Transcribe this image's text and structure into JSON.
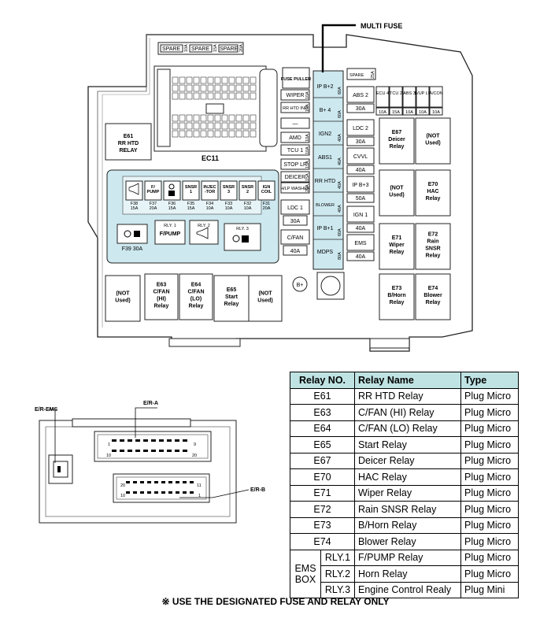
{
  "diagram": {
    "multi_fuse_label": "MULTI FUSE",
    "ec11_label": "EC11",
    "fuse_puller_label": "FUSE PULLER",
    "b_plus_label": "B+",
    "spares_top": [
      {
        "name": "SPARE",
        "amp": "10A"
      },
      {
        "name": "SPARE",
        "amp": "15A"
      },
      {
        "name": "SPARE",
        "amp": "20A"
      }
    ],
    "left_relay": {
      "id": "E61",
      "name_1": "RR HTD",
      "name_2": "RELAY"
    },
    "side_fuses": [
      {
        "name": "WIPER",
        "amp": "10A"
      },
      {
        "name": "RR HTD IND",
        "amp": "10A"
      },
      {
        "name": "—",
        "amp": ""
      },
      {
        "name": "AMD",
        "amp": "10A"
      },
      {
        "name": "TCU 1",
        "amp": "10A"
      },
      {
        "name": "STOP LP",
        "amp": "15A"
      },
      {
        "name": "DEICER",
        "amp": "15A"
      },
      {
        "name": "H/LP WASHER",
        "amp": "20A"
      }
    ],
    "ldc1": {
      "name": "LDC 1",
      "amp": "30A"
    },
    "cfan": {
      "name": "C/FAN",
      "amp": "40A"
    },
    "multi_fuses": [
      {
        "name": "IP B+2",
        "amp": "60A"
      },
      {
        "name": "B+ 4",
        "amp": "60A"
      },
      {
        "name": "IGN2",
        "amp": "40A"
      },
      {
        "name": "ABS1",
        "amp": "40A"
      },
      {
        "name": "RR HTD",
        "amp": "40A"
      },
      {
        "name": "BLOWER",
        "amp": "40A"
      },
      {
        "name": "IP B+1",
        "amp": "60A"
      },
      {
        "name": "MDPS",
        "amp": "80A"
      }
    ],
    "right_spare": {
      "name": "SPARE",
      "amp": "25A"
    },
    "right_fuses": [
      {
        "name": "ABS 2",
        "amp": "30A"
      },
      {
        "name": "LDC 2",
        "amp": "30A"
      },
      {
        "name": "CVVL",
        "amp": "40A"
      },
      {
        "name": "IP B+3",
        "amp": "50A"
      },
      {
        "name": "IGN 1",
        "amp": "40A"
      },
      {
        "name": "EMS",
        "amp": "40A"
      }
    ],
    "mini_fuses": [
      {
        "name": "ECU 4",
        "amp": "10A"
      },
      {
        "name": "TCU 2",
        "amp": "15A"
      },
      {
        "name": "ABS 3",
        "amp": "10A"
      },
      {
        "name": "B/UP LP",
        "amp": "10A"
      },
      {
        "name": "A/CON",
        "amp": "10A"
      }
    ],
    "right_relays": [
      {
        "id": "E67",
        "name": "Deicer Relay"
      },
      {
        "id": "",
        "name": "(NOT Used)"
      },
      {
        "id": "",
        "name": "(NOT Used)"
      },
      {
        "id": "E70",
        "name": "HAC Relay"
      },
      {
        "id": "E71",
        "name": "Wiper Relay"
      },
      {
        "id": "E72",
        "name": "Rain SNSR Relay"
      },
      {
        "id": "E73",
        "name": "B/Horn Relay"
      },
      {
        "id": "E74",
        "name": "Blower Relay"
      }
    ],
    "bottom_relays": [
      {
        "id": "",
        "name": "(NOT Used)"
      },
      {
        "id": "E63",
        "name": "C/FAN (HI) Relay"
      },
      {
        "id": "E64",
        "name": "C/FAN (LO) Relay"
      },
      {
        "id": "E65",
        "name": "Start Relay"
      },
      {
        "id": "",
        "name": "(NOT Used)"
      }
    ],
    "ems_box": {
      "fuses": [
        {
          "name": "F/ PUMP",
          "code": "F37",
          "amp": "20A"
        },
        {
          "name": "",
          "code": "F36",
          "amp": "15A"
        },
        {
          "name": "SNSR 1",
          "code": "F35",
          "amp": "15A"
        },
        {
          "name": "INJEC -TOR",
          "code": "F34",
          "amp": "10A"
        },
        {
          "name": "SNSR 3",
          "code": "F33",
          "amp": "10A"
        },
        {
          "name": "SNSR 2",
          "code": "F32",
          "amp": "10A"
        },
        {
          "name": "IGN COIL",
          "code": "F31",
          "amp": "20A"
        }
      ],
      "first_fuse": {
        "code": "F38",
        "amp": "15A"
      },
      "f39": "F39 30A",
      "rly1": "RLY. 1",
      "rly1_name": "F/PUMP",
      "rly2": "RLY. 2",
      "rly3": "RLY. 3"
    }
  },
  "connector": {
    "label_ems": "E/R-EMS",
    "label_a": "E/R-A",
    "label_b": "E/R-B",
    "pins_a": [
      "1",
      "9",
      "10",
      "20"
    ],
    "pins_b": [
      "20",
      "11",
      "10",
      "1"
    ]
  },
  "relay_table": {
    "headers": [
      "Relay NO.",
      "Relay Name",
      "Type"
    ],
    "rows": [
      {
        "no": "E61",
        "name": "RR HTD Relay",
        "type": "Plug Micro"
      },
      {
        "no": "E63",
        "name": "C/FAN (HI) Relay",
        "type": "Plug Micro"
      },
      {
        "no": "E64",
        "name": "C/FAN (LO) Relay",
        "type": "Plug Micro"
      },
      {
        "no": "E65",
        "name": "Start Relay",
        "type": "Plug Micro"
      },
      {
        "no": "E67",
        "name": "Deicer Relay",
        "type": "Plug Micro"
      },
      {
        "no": "E70",
        "name": "HAC Relay",
        "type": "Plug Micro"
      },
      {
        "no": "E71",
        "name": "Wiper Relay",
        "type": "Plug Micro"
      },
      {
        "no": "E72",
        "name": "Rain SNSR Relay",
        "type": "Plug Micro"
      },
      {
        "no": "E73",
        "name": "B/Horn Relay",
        "type": "Plug Micro"
      },
      {
        "no": "E74",
        "name": "Blower Relay",
        "type": "Plug Micro"
      }
    ],
    "ems_box_label_1": "EMS",
    "ems_box_label_2": "BOX",
    "ems_rows": [
      {
        "no": "RLY.1",
        "name": "F/PUMP Relay",
        "type": "Plug Micro"
      },
      {
        "no": "RLY.2",
        "name": "Horn Relay",
        "type": "Plug Micro"
      },
      {
        "no": "RLY.3",
        "name": "Engine Control Realy",
        "type": "Plug Mini"
      }
    ]
  },
  "footer": "※ USE THE DESIGNATED FUSE AND RELAY ONLY"
}
